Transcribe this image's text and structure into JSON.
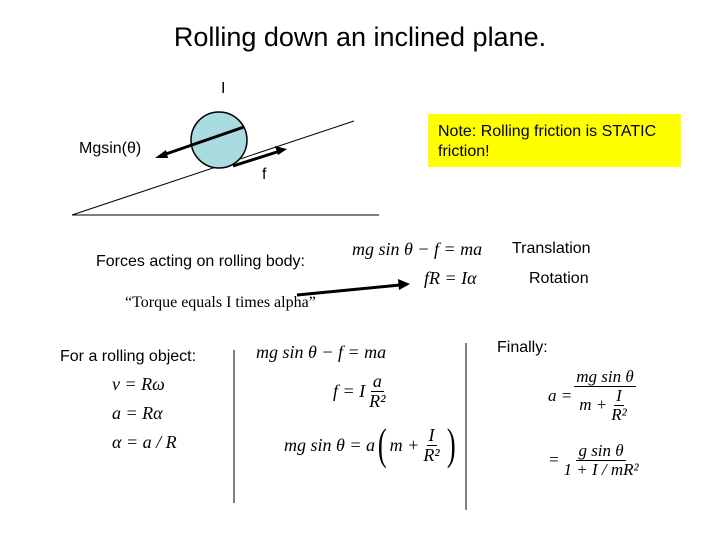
{
  "title": "Rolling down an inclined plane.",
  "diagram": {
    "label_I": "I",
    "label_mgsin": "Mgsin(θ)",
    "label_f": "f",
    "note": "Note: Rolling friction is STATIC friction!"
  },
  "forces": {
    "label": "Forces acting on rolling body:",
    "eq1": "mg sin θ − f = ma",
    "eq2": "fR = Iα",
    "translation": "Translation",
    "rotation": "Rotation",
    "torque_quote": "“Torque equals I times alpha”"
  },
  "rolling": {
    "label": "For a rolling object:",
    "eq_v": "v = Rω",
    "eq_a": "a = Rα",
    "eq_alpha": "α = a / R"
  },
  "middle": {
    "eq1": "mg sin θ − f = ma",
    "f_eq_lhs": "f = I",
    "f_num": "a",
    "f_den": "R²",
    "eq3_lhs": "mg sin θ = a",
    "eq3_m": "m +",
    "eq3_num": "I",
    "eq3_den": "R²"
  },
  "finally": {
    "label": "Finally:",
    "a_lhs": "a =",
    "a_num": "mg sin θ",
    "a_den_m": "m +",
    "a_den_num": "I",
    "a_den_den": "R²",
    "eq2_lhs": "=",
    "eq2_num": "g sin θ",
    "eq2_den": "1 + I / mR²"
  },
  "colors": {
    "ball_fill": "#a8dce0",
    "note_bg": "#ffff00"
  }
}
